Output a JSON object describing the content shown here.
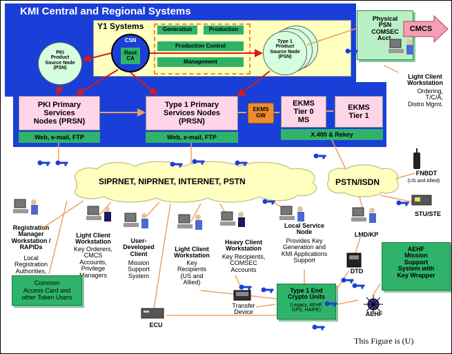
{
  "colors": {
    "kmi_blue": "#1a3fd8",
    "y1_yellow": "#ffffc0",
    "inner_yellow": "#ffffcc",
    "pink": "#ffd6e8",
    "green": "#2fb36a",
    "mint": "#d6ffe0",
    "red_arrow": "#d81a1a",
    "orange_arrow": "#f0a060",
    "cloud": "#ffffc0",
    "ekms_gw": "#f08a2e"
  },
  "title": "KMI Central and Regional Systems",
  "y1": {
    "title": "Y1 Systems",
    "csn": "CSN",
    "root_ca": "Root\nCA",
    "generation": "Generation",
    "production": "Production",
    "production_control": "Production Control",
    "management": "Management"
  },
  "pki_psn": "PKI\nProduct\nSource Node\n(PSN)",
  "type1_psn": "Type 1\nProduct\nSource Node\n(PSN)",
  "physical_psn": "Physical\nPSN\nCOMSEC\nAcct.",
  "cmcs": "CMCS",
  "pki_prsn": {
    "title": "PKI Primary\nServices\nNodes (PRSN)",
    "services": "Web, e-mail, FTP"
  },
  "type1_prsn": {
    "title": "Type 1 Primary\nServices Nodes\n(PRSN)",
    "services": "Web, e-mail, FTP"
  },
  "ekms_gw": "EKMS\nGW",
  "ekms_tier0": "EKMS\nTier 0\nMS",
  "ekms_tier1": "EKMS\nTier 1",
  "x400": "X.400 & Rekey",
  "light_client_top": {
    "title": "Light Client\nWorkstation",
    "desc": "Ordering,\nT/C/A,\nDistro Mgmt."
  },
  "networks": "SIPRNET, NIPRNET, INTERNET, PSTN",
  "pstn": "PSTN/ISDN",
  "fnbdt": {
    "title": "FNBDT",
    "sub": "(US and Allied)"
  },
  "stu": "STU/STE",
  "lmd": "LMD/KP",
  "dtd": "DTD",
  "aehf_box": "AEHF\nMission\nSupport\nSystem with\nKey Wrapper",
  "aehf": "AEHF",
  "registration": {
    "title": "Registration\nManager\nWorkstation /\nRAPIDs",
    "desc": "Local\nRegistration\nAuthorities,\netc."
  },
  "light_client_orders": {
    "title": "Light Client\nWorkstation",
    "desc": "Key Orderers,\nCMCS\nAccounts,\nPrivilege\nManagers"
  },
  "user_developed": {
    "title": "User-\nDeveloped\nClient",
    "desc": "Mission\nSupport\nSystem"
  },
  "light_client_recipients": {
    "title": "Light Client\nWorkstation",
    "desc": "Key\nRecipients\n(US and\nAllied)"
  },
  "heavy_client": {
    "title": "Heavy Client\nWorkstation",
    "desc": "Key Recipients,\nCOMSEC\nAccounts"
  },
  "local_service": {
    "title": "Local Service\nNode",
    "desc": "Provides Key\nGeneration and\nKMI Applications\nSupport"
  },
  "common_access": "Common\nAccess Card and\nother Token Users",
  "ecu": "ECU",
  "transfer_device": "Transfer\nDevice",
  "type1_end": {
    "title": "Type 1 End\nCrypto Units",
    "desc": "(Legacy, AEHF,\nGPS, HAIPE)"
  },
  "classification": "This Figure is (U)"
}
